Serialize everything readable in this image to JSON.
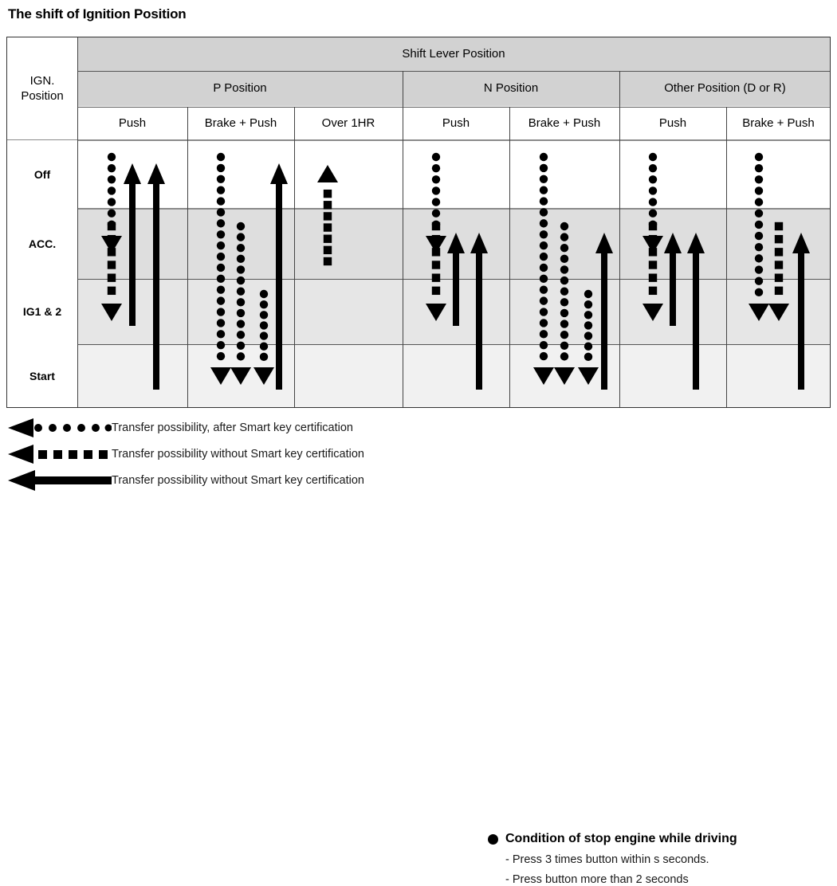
{
  "title": "The shift of Ignition Position",
  "table": {
    "corner_label": "IGN.\nPosition",
    "group_top": "Shift Lever Position",
    "groups": [
      {
        "label": "P Position",
        "columns": [
          "Push",
          "Brake + Push",
          "Over 1HR"
        ]
      },
      {
        "label": "N Position",
        "columns": [
          "Push",
          "Brake + Push"
        ]
      },
      {
        "label": "Other Position (D or R)",
        "columns": [
          "Push",
          "Brake + Push"
        ]
      }
    ],
    "rows": [
      {
        "label": "Off",
        "shade": "#d2d2d2"
      },
      {
        "label": "ACC.",
        "shade": "#dedede"
      },
      {
        "label": "IG1 & 2",
        "shade": "#e6e6e6"
      },
      {
        "label": "Start",
        "shade": "#f1f1f1"
      }
    ]
  },
  "chart_data": {
    "type": "diagram",
    "title": "The shift of Ignition Position",
    "states": [
      "Off",
      "ACC.",
      "IG1 & 2",
      "Start"
    ],
    "columns": [
      "P Position / Push",
      "P Position / Brake + Push",
      "P Position / Over 1HR",
      "N Position / Push",
      "N Position / Brake + Push",
      "Other Position (D or R) / Push",
      "Other Position (D or R) / Brake + Push"
    ],
    "styles": {
      "dotted": "Transfer possibility, after Smart key certification",
      "dashed": "Transfer possibility without Smart key certification",
      "solid": "Transfer possibility without Smart key certification"
    },
    "transitions": [
      {
        "column": 0,
        "from": "Off",
        "to": "ACC.",
        "style": "dotted",
        "dir": "down",
        "slot": 0
      },
      {
        "column": 0,
        "from": "ACC.",
        "to": "IG1 & 2",
        "style": "dashed",
        "dir": "down",
        "slot": 0
      },
      {
        "column": 0,
        "from": "IG1 & 2",
        "to": "Off",
        "style": "solid",
        "dir": "up",
        "slot": 1
      },
      {
        "column": 0,
        "from": "Start",
        "to": "Off",
        "style": "solid",
        "dir": "up",
        "slot": 2
      },
      {
        "column": 1,
        "from": "Off",
        "to": "Start",
        "style": "dotted",
        "dir": "down",
        "slot": 0
      },
      {
        "column": 1,
        "from": "ACC.",
        "to": "Start",
        "style": "dotted",
        "dir": "down",
        "slot": 1
      },
      {
        "column": 1,
        "from": "IG1 & 2",
        "to": "Start",
        "style": "dotted",
        "dir": "down",
        "slot": 2
      },
      {
        "column": 1,
        "from": "Start",
        "to": "Off",
        "style": "solid",
        "dir": "up",
        "slot": 3
      },
      {
        "column": 2,
        "from": "ACC.",
        "to": "Off",
        "style": "dashed",
        "dir": "up",
        "slot": 0
      },
      {
        "column": 3,
        "from": "Off",
        "to": "ACC.",
        "style": "dotted",
        "dir": "down",
        "slot": 0
      },
      {
        "column": 3,
        "from": "ACC.",
        "to": "IG1 & 2",
        "style": "dashed",
        "dir": "down",
        "slot": 0
      },
      {
        "column": 3,
        "from": "IG1 & 2",
        "to": "ACC.",
        "style": "solid",
        "dir": "up",
        "slot": 1
      },
      {
        "column": 3,
        "from": "Start",
        "to": "ACC.",
        "style": "solid",
        "dir": "up",
        "slot": 2
      },
      {
        "column": 4,
        "from": "Off",
        "to": "Start",
        "style": "dotted",
        "dir": "down",
        "slot": 0
      },
      {
        "column": 4,
        "from": "ACC.",
        "to": "Start",
        "style": "dotted",
        "dir": "down",
        "slot": 1
      },
      {
        "column": 4,
        "from": "IG1 & 2",
        "to": "Start",
        "style": "dotted",
        "dir": "down",
        "slot": 2
      },
      {
        "column": 4,
        "from": "Start",
        "to": "ACC.",
        "style": "solid",
        "dir": "up",
        "slot": 3
      },
      {
        "column": 5,
        "from": "Off",
        "to": "ACC.",
        "style": "dotted",
        "dir": "down",
        "slot": 0
      },
      {
        "column": 5,
        "from": "ACC.",
        "to": "IG1 & 2",
        "style": "dashed",
        "dir": "down",
        "slot": 0
      },
      {
        "column": 5,
        "from": "IG1 & 2",
        "to": "ACC.",
        "style": "solid",
        "dir": "up",
        "slot": 1
      },
      {
        "column": 5,
        "from": "Start",
        "to": "ACC.",
        "style": "solid",
        "dir": "up",
        "slot": 2
      },
      {
        "column": 6,
        "from": "Off",
        "to": "IG1 & 2",
        "style": "dotted",
        "dir": "down",
        "slot": 0
      },
      {
        "column": 6,
        "from": "ACC.",
        "to": "IG1 & 2",
        "style": "dashed",
        "dir": "down",
        "slot": 1
      },
      {
        "column": 6,
        "from": "Start",
        "to": "ACC.",
        "style": "solid",
        "dir": "up",
        "slot": 2
      }
    ]
  },
  "legend": {
    "items": [
      {
        "icon": "dotted-arrow-icon",
        "text": "Transfer possibility, after Smart key certification"
      },
      {
        "icon": "dashed-arrow-icon",
        "text": "Transfer possibility without Smart key certification"
      },
      {
        "icon": "solid-arrow-icon",
        "text": "Transfer possibility without Smart key certification"
      }
    ],
    "note": {
      "title": "Condition of stop engine while driving",
      "lines": [
        "- Press 3 times button within s seconds.",
        "- Press button more than 2 seconds"
      ]
    }
  }
}
